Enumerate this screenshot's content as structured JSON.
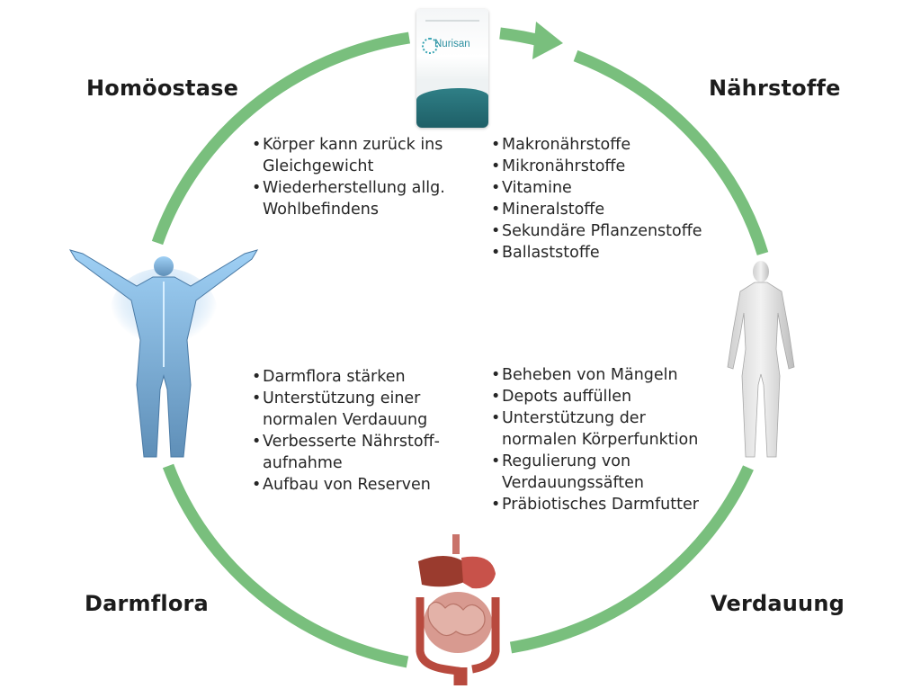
{
  "labels": {
    "top_left": "Homöostase",
    "top_right": "Nährstoffe",
    "bottom_left": "Darmflora",
    "bottom_right": "Verdauung"
  },
  "product": {
    "brand": "Nurisan"
  },
  "lists": {
    "top_left": [
      "Körper kann zurück ins",
      "Gleichgewicht",
      "Wiederherstellung allg.",
      "Wohlbefindens"
    ],
    "top_right": [
      "Makronährstoffe",
      "Mikronährstoffe",
      "Vitamine",
      "Mineralstoffe",
      "Sekundäre Pflanzenstoffe",
      "Ballaststoffe"
    ],
    "bottom_left": [
      "Darmflora stärken",
      "Unterstützung einer",
      "normalen Verdauung",
      "Verbesserte Nährstoff-",
      "aufnahme",
      "Aufbau von Reserven"
    ],
    "bottom_right": [
      "Beheben von Mängeln",
      "Depots auffüllen",
      "Unterstützung der",
      "normalen Körperfunktion",
      "Regulierung von",
      "Verdauungssäften",
      "Präbiotisches Darmfutter"
    ]
  },
  "bullet_flags": {
    "top_left": [
      true,
      false,
      true,
      false
    ],
    "top_right": [
      true,
      true,
      true,
      true,
      true,
      true
    ],
    "bottom_left": [
      true,
      true,
      false,
      true,
      false,
      true
    ],
    "bottom_right": [
      true,
      true,
      true,
      false,
      true,
      false,
      true
    ]
  },
  "colors": {
    "ring": "#79bf7d",
    "label": "#1c1c1c",
    "text": "#262626",
    "figure_left": "#7fb7e8",
    "figure_right": "#dcdcdc",
    "organs": "#c8524a"
  },
  "icons": {
    "product": "supplement-pouch-image",
    "figure_left": "glowing-human-figure-image",
    "figure_right": "human-anatomy-figure-image",
    "organs": "digestive-organs-image"
  }
}
